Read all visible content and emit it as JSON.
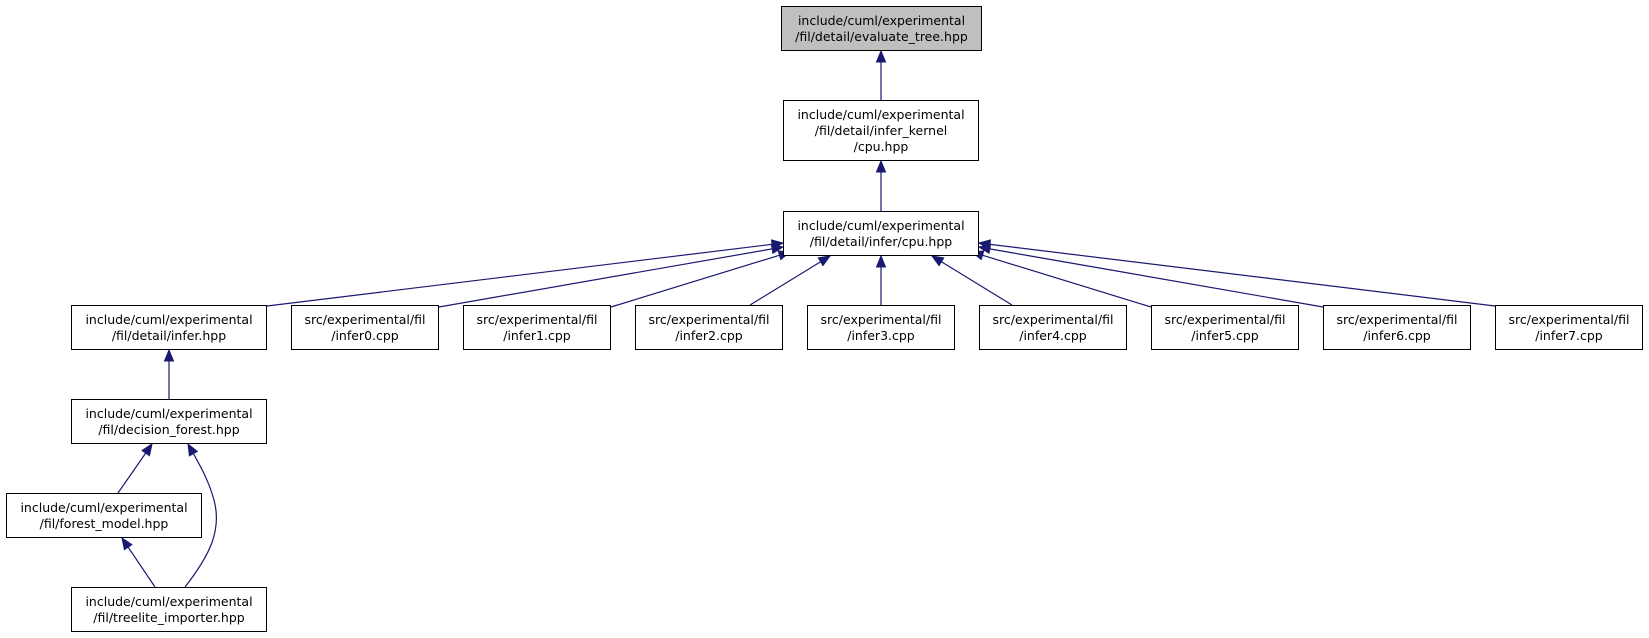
{
  "colors": {
    "edge": "#191970",
    "node_border": "#000000",
    "node_fill": "#ffffff",
    "root_fill": "#bfbfbf"
  },
  "nodes": {
    "evaluate_tree": [
      "include/cuml/experimental",
      "/fil/detail/evaluate_tree.hpp"
    ],
    "infer_kernel_cpu": [
      "include/cuml/experimental",
      "/fil/detail/infer_kernel",
      "/cpu.hpp"
    ],
    "infer_cpu": [
      "include/cuml/experimental",
      "/fil/detail/infer/cpu.hpp"
    ],
    "detail_infer": [
      "include/cuml/experimental",
      "/fil/detail/infer.hpp"
    ],
    "infer0": [
      "src/experimental/fil",
      "/infer0.cpp"
    ],
    "infer1": [
      "src/experimental/fil",
      "/infer1.cpp"
    ],
    "infer2": [
      "src/experimental/fil",
      "/infer2.cpp"
    ],
    "infer3": [
      "src/experimental/fil",
      "/infer3.cpp"
    ],
    "infer4": [
      "src/experimental/fil",
      "/infer4.cpp"
    ],
    "infer5": [
      "src/experimental/fil",
      "/infer5.cpp"
    ],
    "infer6": [
      "src/experimental/fil",
      "/infer6.cpp"
    ],
    "infer7": [
      "src/experimental/fil",
      "/infer7.cpp"
    ],
    "decision_forest": [
      "include/cuml/experimental",
      "/fil/decision_forest.hpp"
    ],
    "forest_model": [
      "include/cuml/experimental",
      "/fil/forest_model.hpp"
    ],
    "treelite_importer": [
      "include/cuml/experimental",
      "/fil/treelite_importer.hpp"
    ]
  }
}
